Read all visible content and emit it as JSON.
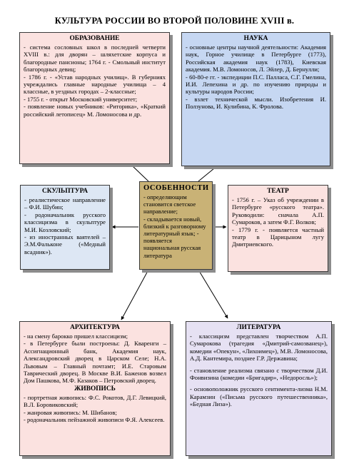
{
  "title": "КУЛЬТУРА РОССИИ ВО ВТОРОЙ ПОЛОВИНЕ XVIII в.",
  "obrazovanie": {
    "header": "ОБРАЗОВАНИЕ",
    "lines": [
      "- система сословных школ в последней четверти XVIII в.: для дворян – шляхетские корпуса и благородные пансионы; 1764 г. - Смольный институт благородных девиц;",
      "- 1786 г. - «Устав народных училищ». В губерниях учреждались главные народные училища – 4 классные, в уездных городах – 2-классные;",
      "- 1755 г. - открыт Московский университет;",
      "- появление новых учебников: «Риторика», «Краткий российский летописец» М. Ломоносова и др."
    ]
  },
  "nauka": {
    "header": "НАУКА",
    "lines": [
      "- основные центры научной деятельности: Академия наук, Горное училище в Петербурге (1773), Российская академия наук (1783), Киевская академия. М.В. Ломоносов, Л. Эйлер, Д. Бернулли;",
      "- 60-80-е гг. - экспедиции П.С. Палласа, С.Г. Гмелина, И.И. Лепехина и др. по изучению природы и культуры народов России;",
      "- взлет технической мысли. Изобретения И. Ползунова, И. Кулибина, К. Фролова."
    ]
  },
  "skulptura": {
    "header": "СКУЛЬПТУРА",
    "lines": [
      "- реалистическое направление – Ф.И. Шубин;",
      "- родоначальник русского классицизма в скульптуре М.И. Козловский;",
      "- из иностранных ваятелей – Э.М.Фальконе («Медный всадник»)."
    ]
  },
  "osobennosti": {
    "header": "ОСОБЕННОСТИ",
    "lines": [
      "- определяющим становится светское направление;",
      "- складывается новый, близкий к разговорному литературный язык; - появляется национальная русская литература"
    ]
  },
  "teatr": {
    "header": "ТЕАТР",
    "lines": [
      "- 1756 г. – Указ об учреждении в Петербурге «русского театра». Руководили: сначала А.П. Сумароков, а затем Ф.Г. Волков;",
      "- 1779 г. - появляется частный театр в Царицыном лугу Дмитриевского."
    ]
  },
  "arhitektura": {
    "header": "АРХИТЕКТУРА",
    "lines": [
      "- на смену барокко пришел классицизм;",
      "- в Петербурге были построены: Д. Кваренги – Ассигнационный банк, Академия наук, Александровский дворец в Царском Селе; Н.А. Львовым – Главный почтамт; И.Е. Старовым Таврический дворец. В Москве В.И. Баженов возвел Дом Пашкова, М.Ф. Казаков – Петровский дворец."
    ],
    "subheader": "ЖИВОПИСЬ",
    "sublines": [
      "- портретная живопись: Ф.С. Рокотов, Д.Г. Левицкий, В.Л. Боровиковский;",
      "- жанровая живопись: М. Шибанов;",
      "- родоначальник пейзажной живописи Ф.Я. Алексеев."
    ]
  },
  "literatura": {
    "header": "ЛИТЕРАТУРА",
    "lines": [
      "- классицизм представлен творчеством А.П. Сумарокова (трагедия «Дмитрий-самозванец»), комедии «Опекун», «Лихоимец»), М.В. Ломоносова, А.Д. Кантемира, позднее Г.Р. Державина;",
      "- становление реализма связано с творчеством Д.И. Фонвизина (комедии «Бригадир», «Недоросль»);",
      "- основоположник русского сентимента-лизма Н.М. Карамзин («Письма русского путешественника», «Бедная Лиза»)."
    ]
  }
}
